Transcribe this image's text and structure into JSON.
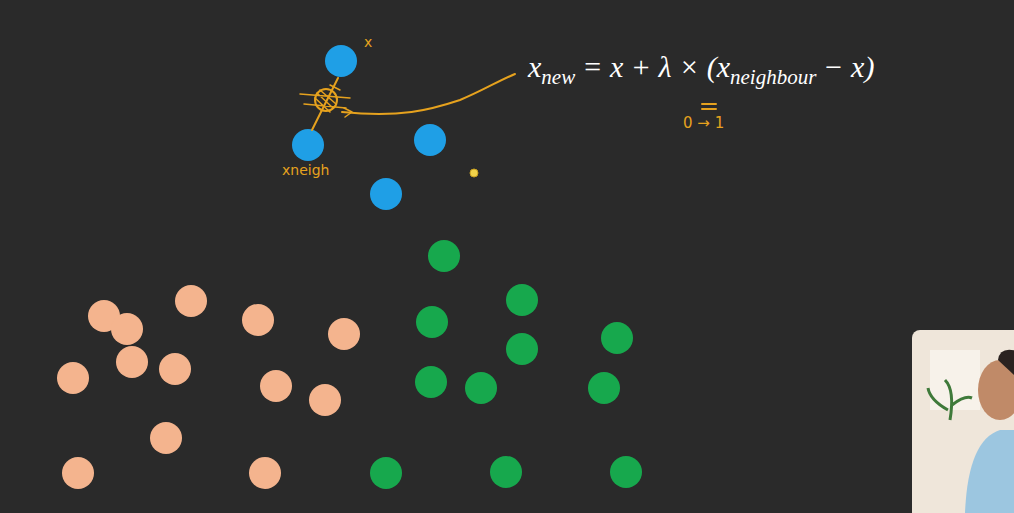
{
  "diagram": {
    "labels": [
      "x",
      "new",
      "= x + λ × (x",
      "neighbour",
      "− x)",
      "0 → 1",
      "x",
      "xneigh"
    ]
  }
}
